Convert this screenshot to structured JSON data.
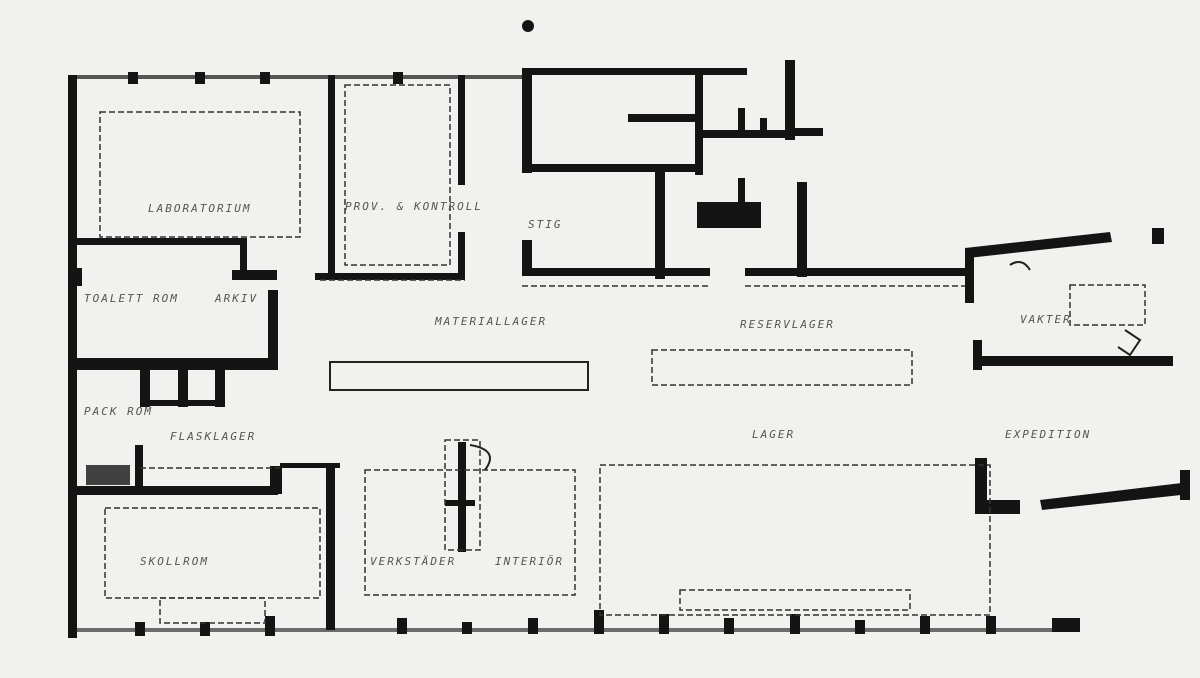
{
  "plan": {
    "colors": {
      "wall": "#141414",
      "paper": "#f1f1f0",
      "label": "#555555"
    },
    "rooms": [
      {
        "id": "laboratorium",
        "label": "LABORATORIUM"
      },
      {
        "id": "prov-kontroll",
        "label": "PROV. & KONTROLL"
      },
      {
        "id": "trappa",
        "label": "STIG"
      },
      {
        "id": "toalett",
        "label": "TOALETT ROM"
      },
      {
        "id": "arkiv",
        "label": "ARKIV"
      },
      {
        "id": "materiallager",
        "label": "MATERIALLAGER"
      },
      {
        "id": "reservlager",
        "label": "RESERVLAGER"
      },
      {
        "id": "vakt",
        "label": "VAKTER"
      },
      {
        "id": "pack",
        "label": "PACK ROM"
      },
      {
        "id": "flasklager",
        "label": "FLASKLAGER"
      },
      {
        "id": "hall",
        "label": "LAGER"
      },
      {
        "id": "expedition",
        "label": "EXPEDITION"
      },
      {
        "id": "skolrom",
        "label": "SKOLLROM"
      },
      {
        "id": "verkstad",
        "label": "VERKSTÄDER"
      },
      {
        "id": "interior",
        "label": "INTERIÖR"
      }
    ]
  }
}
